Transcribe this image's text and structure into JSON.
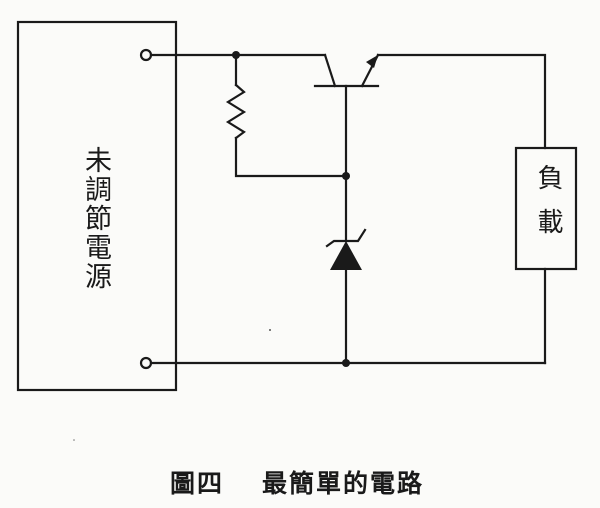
{
  "source": {
    "label": "未調節電源"
  },
  "load": {
    "label": "負載"
  },
  "caption": {
    "figure": "圖四",
    "title": "最簡單的電路"
  },
  "colors": {
    "ink": "#1a1a1a",
    "paper": "#fbfbf9"
  },
  "components": [
    "resistor",
    "npn-transistor",
    "zener-diode",
    "load"
  ]
}
